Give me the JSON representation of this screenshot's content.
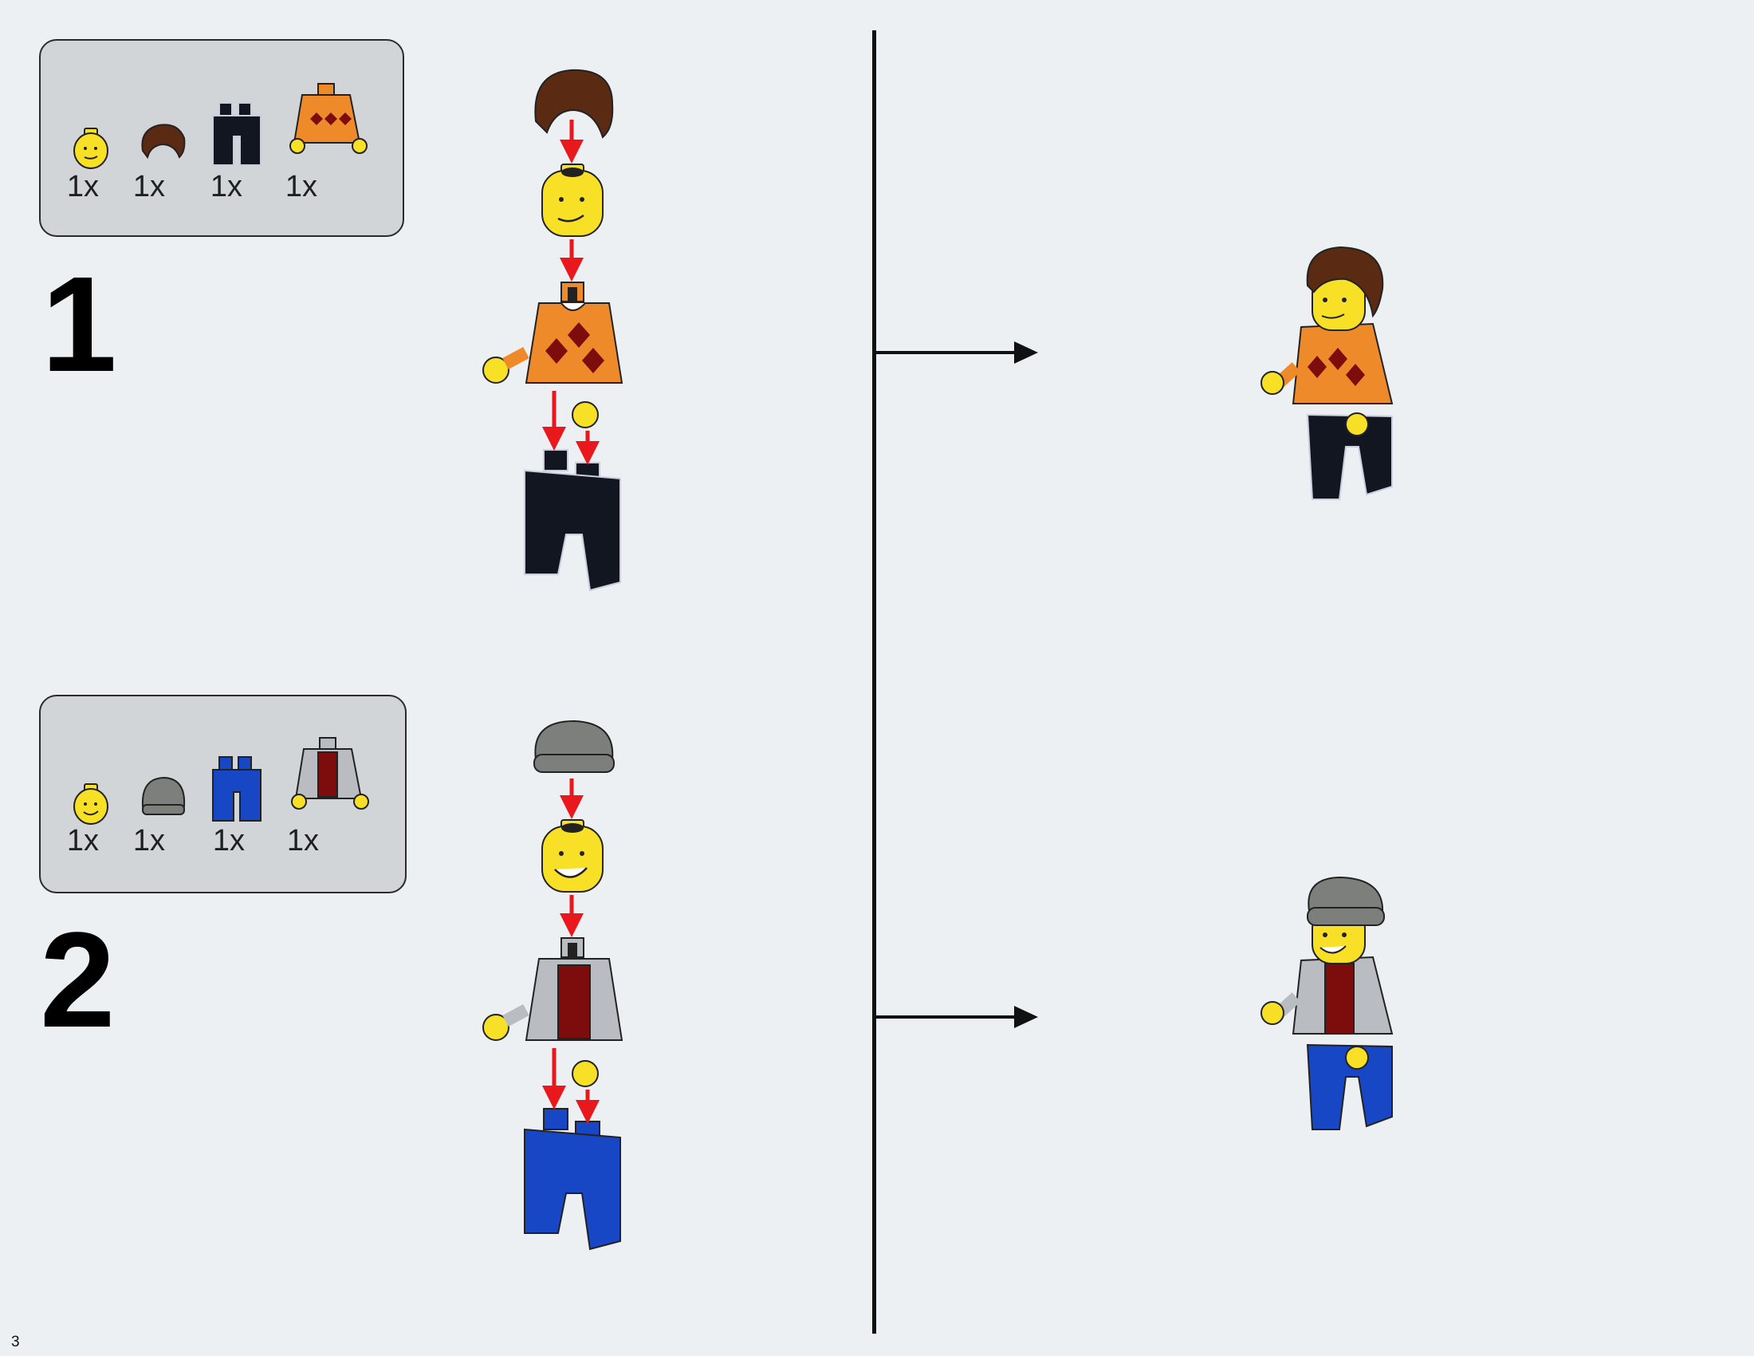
{
  "page_number": "3",
  "steps": [
    {
      "number": "1",
      "parts": [
        {
          "icon": "yellow-head-icon",
          "qty": "1x"
        },
        {
          "icon": "brown-hair-icon",
          "qty": "1x"
        },
        {
          "icon": "black-legs-icon",
          "qty": "1x"
        },
        {
          "icon": "orange-argyle-torso-icon",
          "qty": "1x"
        }
      ]
    },
    {
      "number": "2",
      "parts": [
        {
          "icon": "yellow-head-icon",
          "qty": "1x"
        },
        {
          "icon": "gray-beanie-icon",
          "qty": "1x"
        },
        {
          "icon": "blue-legs-icon",
          "qty": "1x"
        },
        {
          "icon": "gray-hoodie-torso-icon",
          "qty": "1x"
        }
      ]
    }
  ],
  "colors": {
    "background": "#ecf0f3",
    "parts_box": "#d2d5d8",
    "assembly_arrow": "#e8181c",
    "yellow": "#f7e026",
    "orange": "#ef8a2b",
    "brown": "#5a2a12",
    "black": "#121620",
    "blue": "#1747c4",
    "light_gray": "#b9bcc0",
    "dark_gray": "#7d7f7c",
    "dark_red": "#7d0d0d"
  }
}
